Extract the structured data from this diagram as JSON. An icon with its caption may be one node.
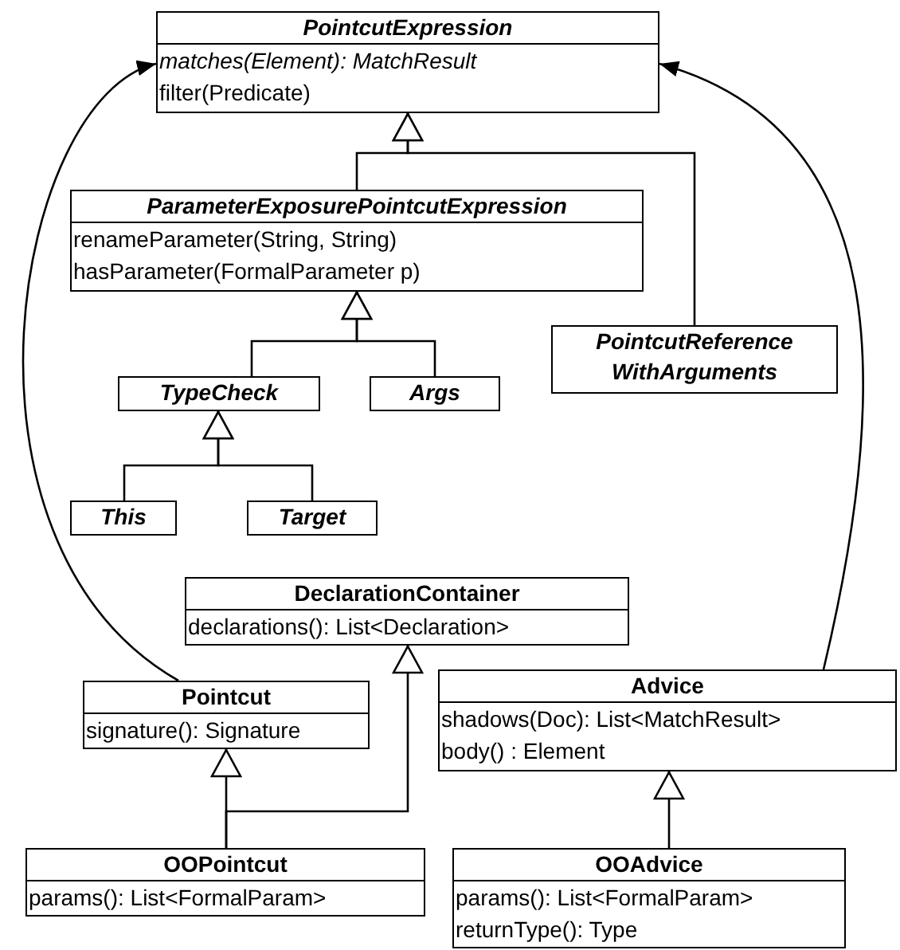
{
  "diagram": {
    "nodes": [
      {
        "text": [
          "*PointcutExpression*",
          "*matches(Element): MatchResult*",
          "filter(Predicate)"
        ]
      },
      {
        "text": [
          "*ParameterExposurePointcutExpression*",
          "renameParameter(String, String)",
          "hasParameter(FormalParameter p)"
        ]
      },
      {
        "text": [
          "*PointcutReference WithArguments*"
        ]
      },
      {
        "text": [
          "*TypeCheck*"
        ]
      },
      {
        "text": [
          "*Args*"
        ]
      },
      {
        "text": [
          "*This*"
        ]
      },
      {
        "text": [
          "*Target*"
        ]
      },
      {
        "text": [
          "DeclarationContainer",
          "declarations(): List<Declaration>"
        ]
      },
      {
        "text": [
          "Pointcut",
          "signature(): Signature"
        ]
      },
      {
        "text": [
          "Advice",
          "shadows(Doc): List<MatchResult>",
          "body() : Element"
        ]
      },
      {
        "text": [
          "OOPointcut",
          "params(): List<FormalParam>"
        ]
      },
      {
        "text": [
          "OOAdvice",
          "params(): List<FormalParam>",
          "returnType(): Type"
        ]
      }
    ],
    "edges": [
      {
        "from": 1,
        "to": 0,
        "arrow": "to"
      },
      {
        "from": 2,
        "to": 0,
        "arrow": "to"
      },
      {
        "from": 3,
        "to": 1,
        "arrow": "to"
      },
      {
        "from": 4,
        "to": 1,
        "arrow": "to"
      },
      {
        "from": 5,
        "to": 3,
        "arrow": "to"
      },
      {
        "from": 6,
        "to": 3,
        "arrow": "to"
      },
      {
        "from": 8,
        "to": 0,
        "arrow": "to"
      },
      {
        "from": 9,
        "to": 0,
        "arrow": "to"
      },
      {
        "from": 10,
        "to": 8,
        "arrow": "to"
      },
      {
        "from": 10,
        "to": 7,
        "arrow": "to"
      },
      {
        "from": 11,
        "to": 9,
        "arrow": "to"
      }
    ]
  }
}
